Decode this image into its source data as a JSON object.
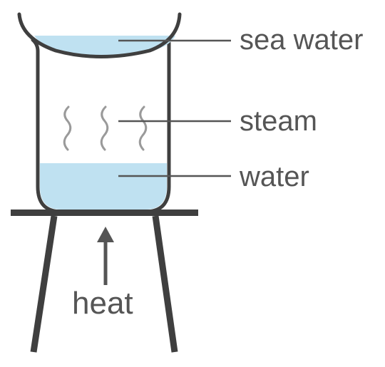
{
  "labels": {
    "sea_water": "sea water",
    "steam": "steam",
    "water": "water",
    "heat": "heat"
  },
  "colors": {
    "outline": "#3f3f3f",
    "water_fill": "#bfe1f1",
    "steam": "#9a9a9a",
    "text": "#555555",
    "pointer": "#555555"
  }
}
